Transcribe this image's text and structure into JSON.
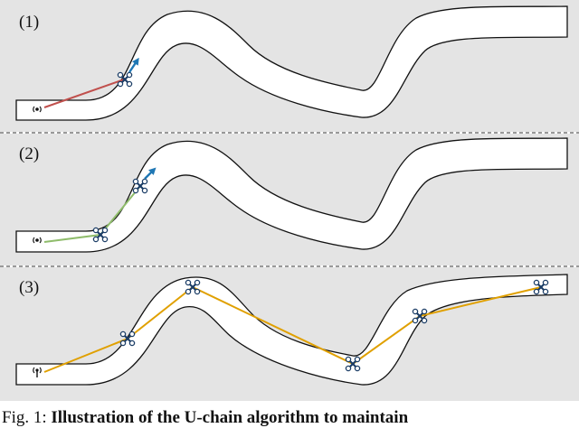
{
  "figure": {
    "panels": [
      {
        "label": "(1)"
      },
      {
        "label": "(2)"
      },
      {
        "label": "(3)"
      }
    ],
    "colors": {
      "panel_bg": "#e4e4e4",
      "corridor_fill": "#ffffff",
      "corridor_edge": "#111111",
      "separator": "#333333",
      "link_panel1": "#c0504d",
      "link_panel2": "#8fbc6b",
      "link_panel3": "#e0a000",
      "direction_arrow": "#1f77b4"
    },
    "icons": {
      "base_station": "base-station-icon",
      "drone": "drone-icon",
      "direction": "arrow-icon"
    }
  },
  "caption": {
    "prefix": "Fig. 1: ",
    "bold_text": "Illustration of the U-chain algorithm to maintain"
  }
}
